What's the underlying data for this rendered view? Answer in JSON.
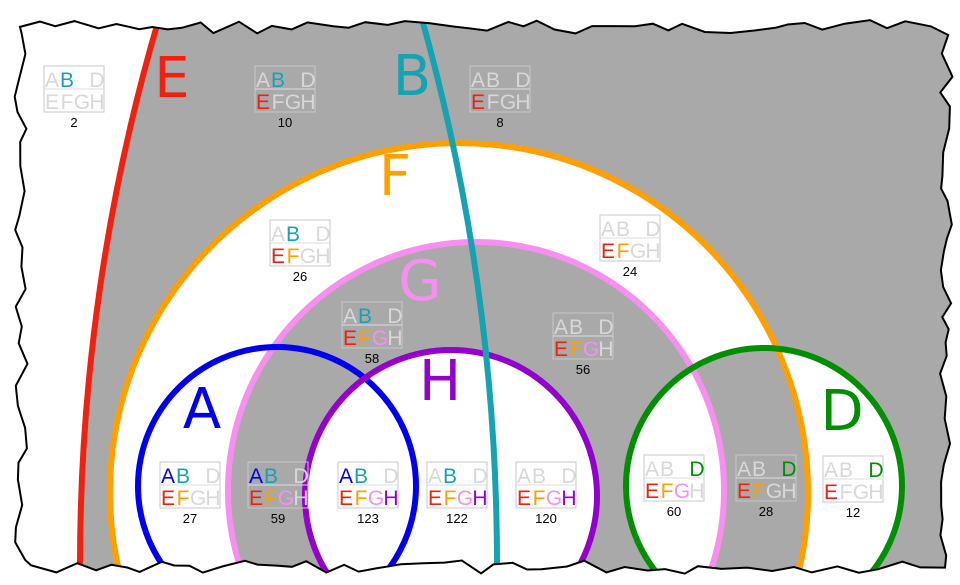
{
  "diagram": {
    "type": "venn",
    "background_fill": "#a9a9a9",
    "box_letters_top": [
      "A",
      "B",
      "",
      "D"
    ],
    "box_letters_bottom": [
      "E",
      "F",
      "G",
      "H"
    ],
    "inactive_letter_color": "#d8d8d8",
    "sets": {
      "A": {
        "label": "A",
        "color": "#0000ee"
      },
      "B": {
        "label": "B",
        "color": "#15a3b3"
      },
      "D": {
        "label": "D",
        "color": "#008f00"
      },
      "E": {
        "label": "E",
        "color": "#ee2211"
      },
      "F": {
        "label": "F",
        "color": "#ffa000"
      },
      "G": {
        "label": "G",
        "color": "#f78ff0"
      },
      "H": {
        "label": "H",
        "color": "#9400cc"
      }
    },
    "regions": [
      {
        "count": "2",
        "sets": [
          "B"
        ]
      },
      {
        "count": "10",
        "sets": [
          "B",
          "E"
        ]
      },
      {
        "count": "8",
        "sets": [
          "E"
        ]
      },
      {
        "count": "26",
        "sets": [
          "B",
          "E",
          "F"
        ]
      },
      {
        "count": "24",
        "sets": [
          "E",
          "F"
        ]
      },
      {
        "count": "58",
        "sets": [
          "B",
          "E",
          "F",
          "G"
        ]
      },
      {
        "count": "56",
        "sets": [
          "E",
          "F",
          "G"
        ]
      },
      {
        "count": "27",
        "sets": [
          "A",
          "B",
          "E",
          "F"
        ]
      },
      {
        "count": "59",
        "sets": [
          "A",
          "B",
          "E",
          "F",
          "G"
        ]
      },
      {
        "count": "123",
        "sets": [
          "A",
          "B",
          "E",
          "F",
          "G",
          "H"
        ]
      },
      {
        "count": "122",
        "sets": [
          "B",
          "E",
          "F",
          "G",
          "H"
        ]
      },
      {
        "count": "120",
        "sets": [
          "E",
          "F",
          "G",
          "H"
        ]
      },
      {
        "count": "60",
        "sets": [
          "D",
          "E",
          "F",
          "G"
        ]
      },
      {
        "count": "28",
        "sets": [
          "D",
          "E",
          "F"
        ]
      },
      {
        "count": "12",
        "sets": [
          "D",
          "E"
        ]
      }
    ]
  }
}
